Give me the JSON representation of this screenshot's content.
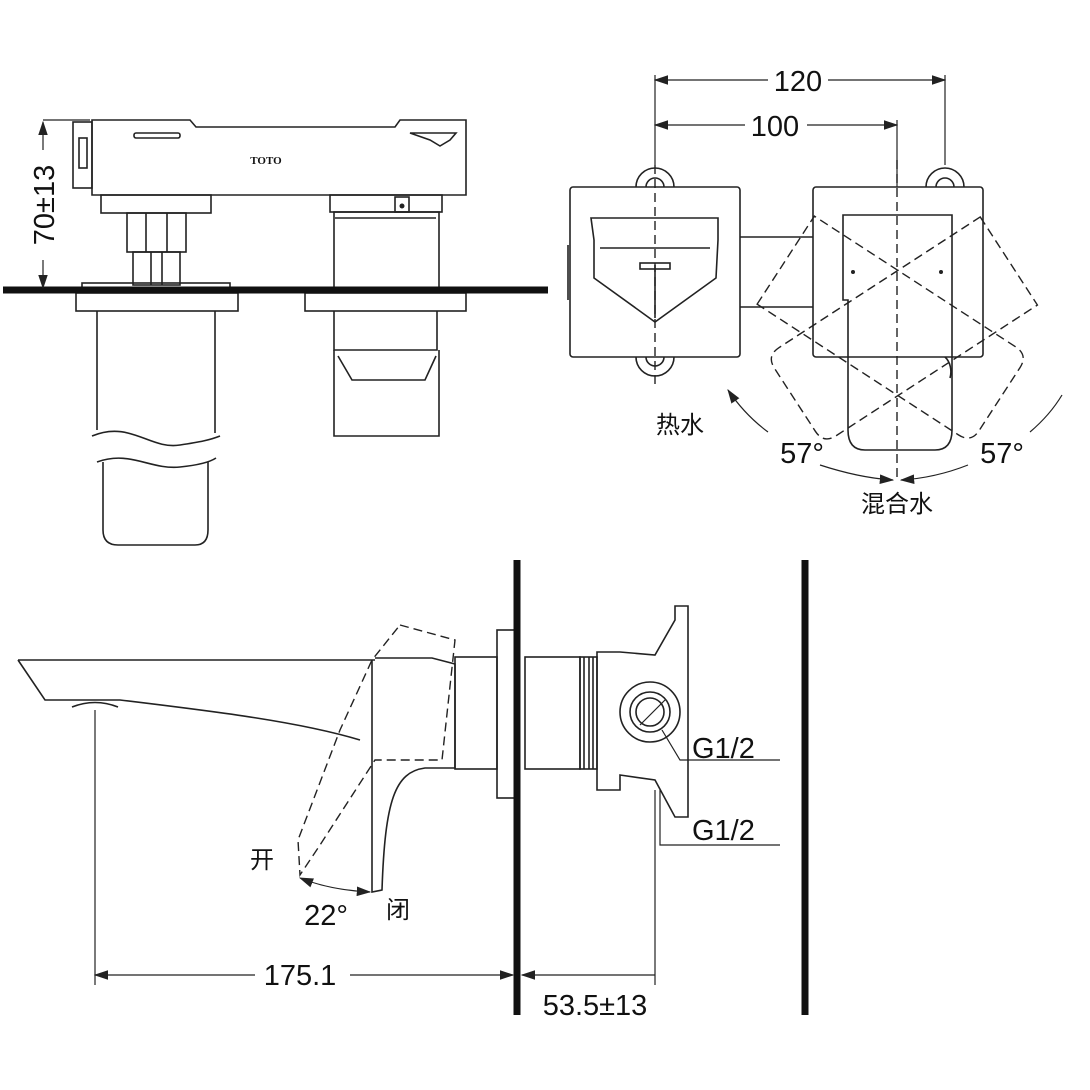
{
  "brand_logo": "TOTO",
  "front_view": {
    "height_dim": "70±13"
  },
  "top_view": {
    "dim_outer": "120",
    "dim_inner": "100",
    "label_hot": "热水",
    "angle_left": "57°",
    "angle_right": "57°",
    "label_mixed": "混合水"
  },
  "side_view": {
    "thread_upper": "G1/2",
    "thread_lower": "G1/2",
    "label_open": "开",
    "label_close": "闭",
    "handle_angle": "22°",
    "spout_reach": "175.1",
    "wall_depth": "53.5±13"
  },
  "colors": {
    "line": "#222222",
    "background": "#ffffff"
  }
}
